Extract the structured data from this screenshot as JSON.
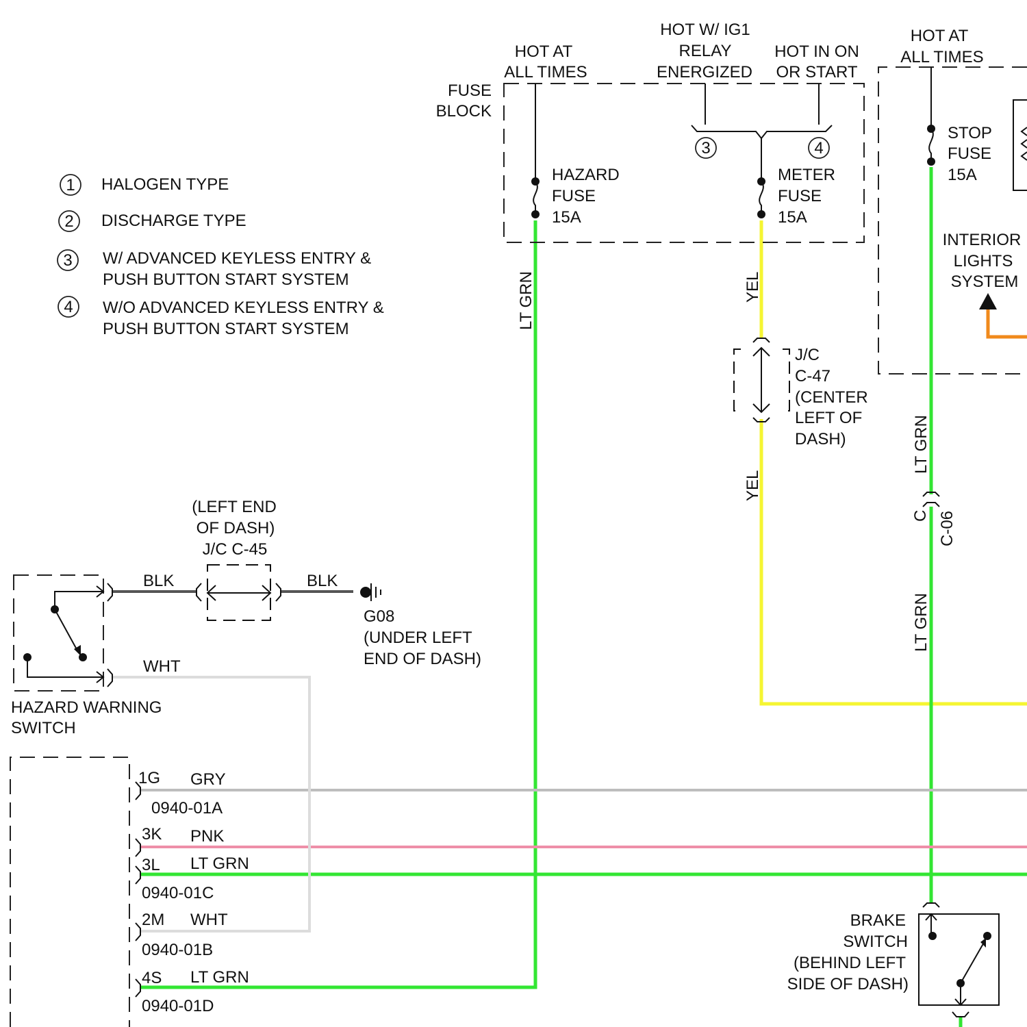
{
  "legend": [
    {
      "num": "1",
      "lines": [
        "HALOGEN TYPE"
      ]
    },
    {
      "num": "2",
      "lines": [
        "DISCHARGE TYPE"
      ]
    },
    {
      "num": "3",
      "lines": [
        "W/ ADVANCED KEYLESS ENTRY &",
        "PUSH BUTTON START SYSTEM"
      ]
    },
    {
      "num": "4",
      "lines": [
        "W/O ADVANCED KEYLESS ENTRY &",
        "PUSH BUTTON START SYSTEM"
      ]
    }
  ],
  "fuse_block": {
    "title": [
      "FUSE",
      "BLOCK"
    ],
    "hot_at_all_times": [
      "HOT AT",
      "ALL TIMES"
    ],
    "hot_w_ig1": [
      "HOT W/ IG1",
      "RELAY",
      "ENERGIZED"
    ],
    "hot_in_on": [
      "HOT IN ON",
      "OR START"
    ],
    "variant_3": "3",
    "variant_4": "4",
    "hazard_fuse": [
      "HAZARD",
      "FUSE",
      "15A"
    ],
    "meter_fuse": [
      "METER",
      "FUSE",
      "15A"
    ]
  },
  "right_block": {
    "hot_at_all_times": [
      "HOT AT",
      "ALL TIMES"
    ],
    "stop_fuse": [
      "STOP",
      "FUSE",
      "15A"
    ],
    "interior_lights": [
      "INTERIOR",
      "LIGHTS",
      "SYSTEM"
    ]
  },
  "jc_c47": [
    "J/C",
    "C-47",
    "(CENTER",
    "LEFT OF",
    "DASH)"
  ],
  "jc_c45": [
    "(LEFT END",
    "OF DASH)",
    "J/C C-45"
  ],
  "ground": [
    "G08",
    "(UNDER LEFT",
    "END OF DASH)"
  ],
  "hazard_switch": [
    "HAZARD WARNING",
    "SWITCH"
  ],
  "brake_switch": [
    "BRAKE",
    "SWITCH",
    "(BEHIND LEFT",
    "SIDE OF DASH)"
  ],
  "connector_c06": {
    "pin": "C",
    "name": "C-06"
  },
  "wire_labels": {
    "lt_grn_hazard": "LT GRN",
    "yel_upper": "YEL",
    "yel_lower": "YEL",
    "lt_grn_stop_upper": "LT GRN",
    "lt_grn_stop_lower": "LT GRN",
    "blk_left": "BLK",
    "blk_right": "BLK",
    "wht_switch": "WHT"
  },
  "connector_pins": [
    {
      "pin": "1G",
      "color": "GRY",
      "connector": "0940-01A"
    },
    {
      "pin": "3K",
      "color": "PNK",
      "connector": ""
    },
    {
      "pin": "3L",
      "color": "LT GRN",
      "connector": "0940-01C"
    },
    {
      "pin": "2M",
      "color": "WHT",
      "connector": "0940-01B"
    },
    {
      "pin": "4S",
      "color": "LT GRN",
      "connector": "0940-01D"
    }
  ],
  "colors": {
    "lt_grn": "#33e633",
    "yel": "#f5f532",
    "gry": "#bdbdbd",
    "pnk": "#ee8fa8",
    "wht": "#dcdcdc",
    "blk": "#555555",
    "orange": "#f08a1c"
  }
}
